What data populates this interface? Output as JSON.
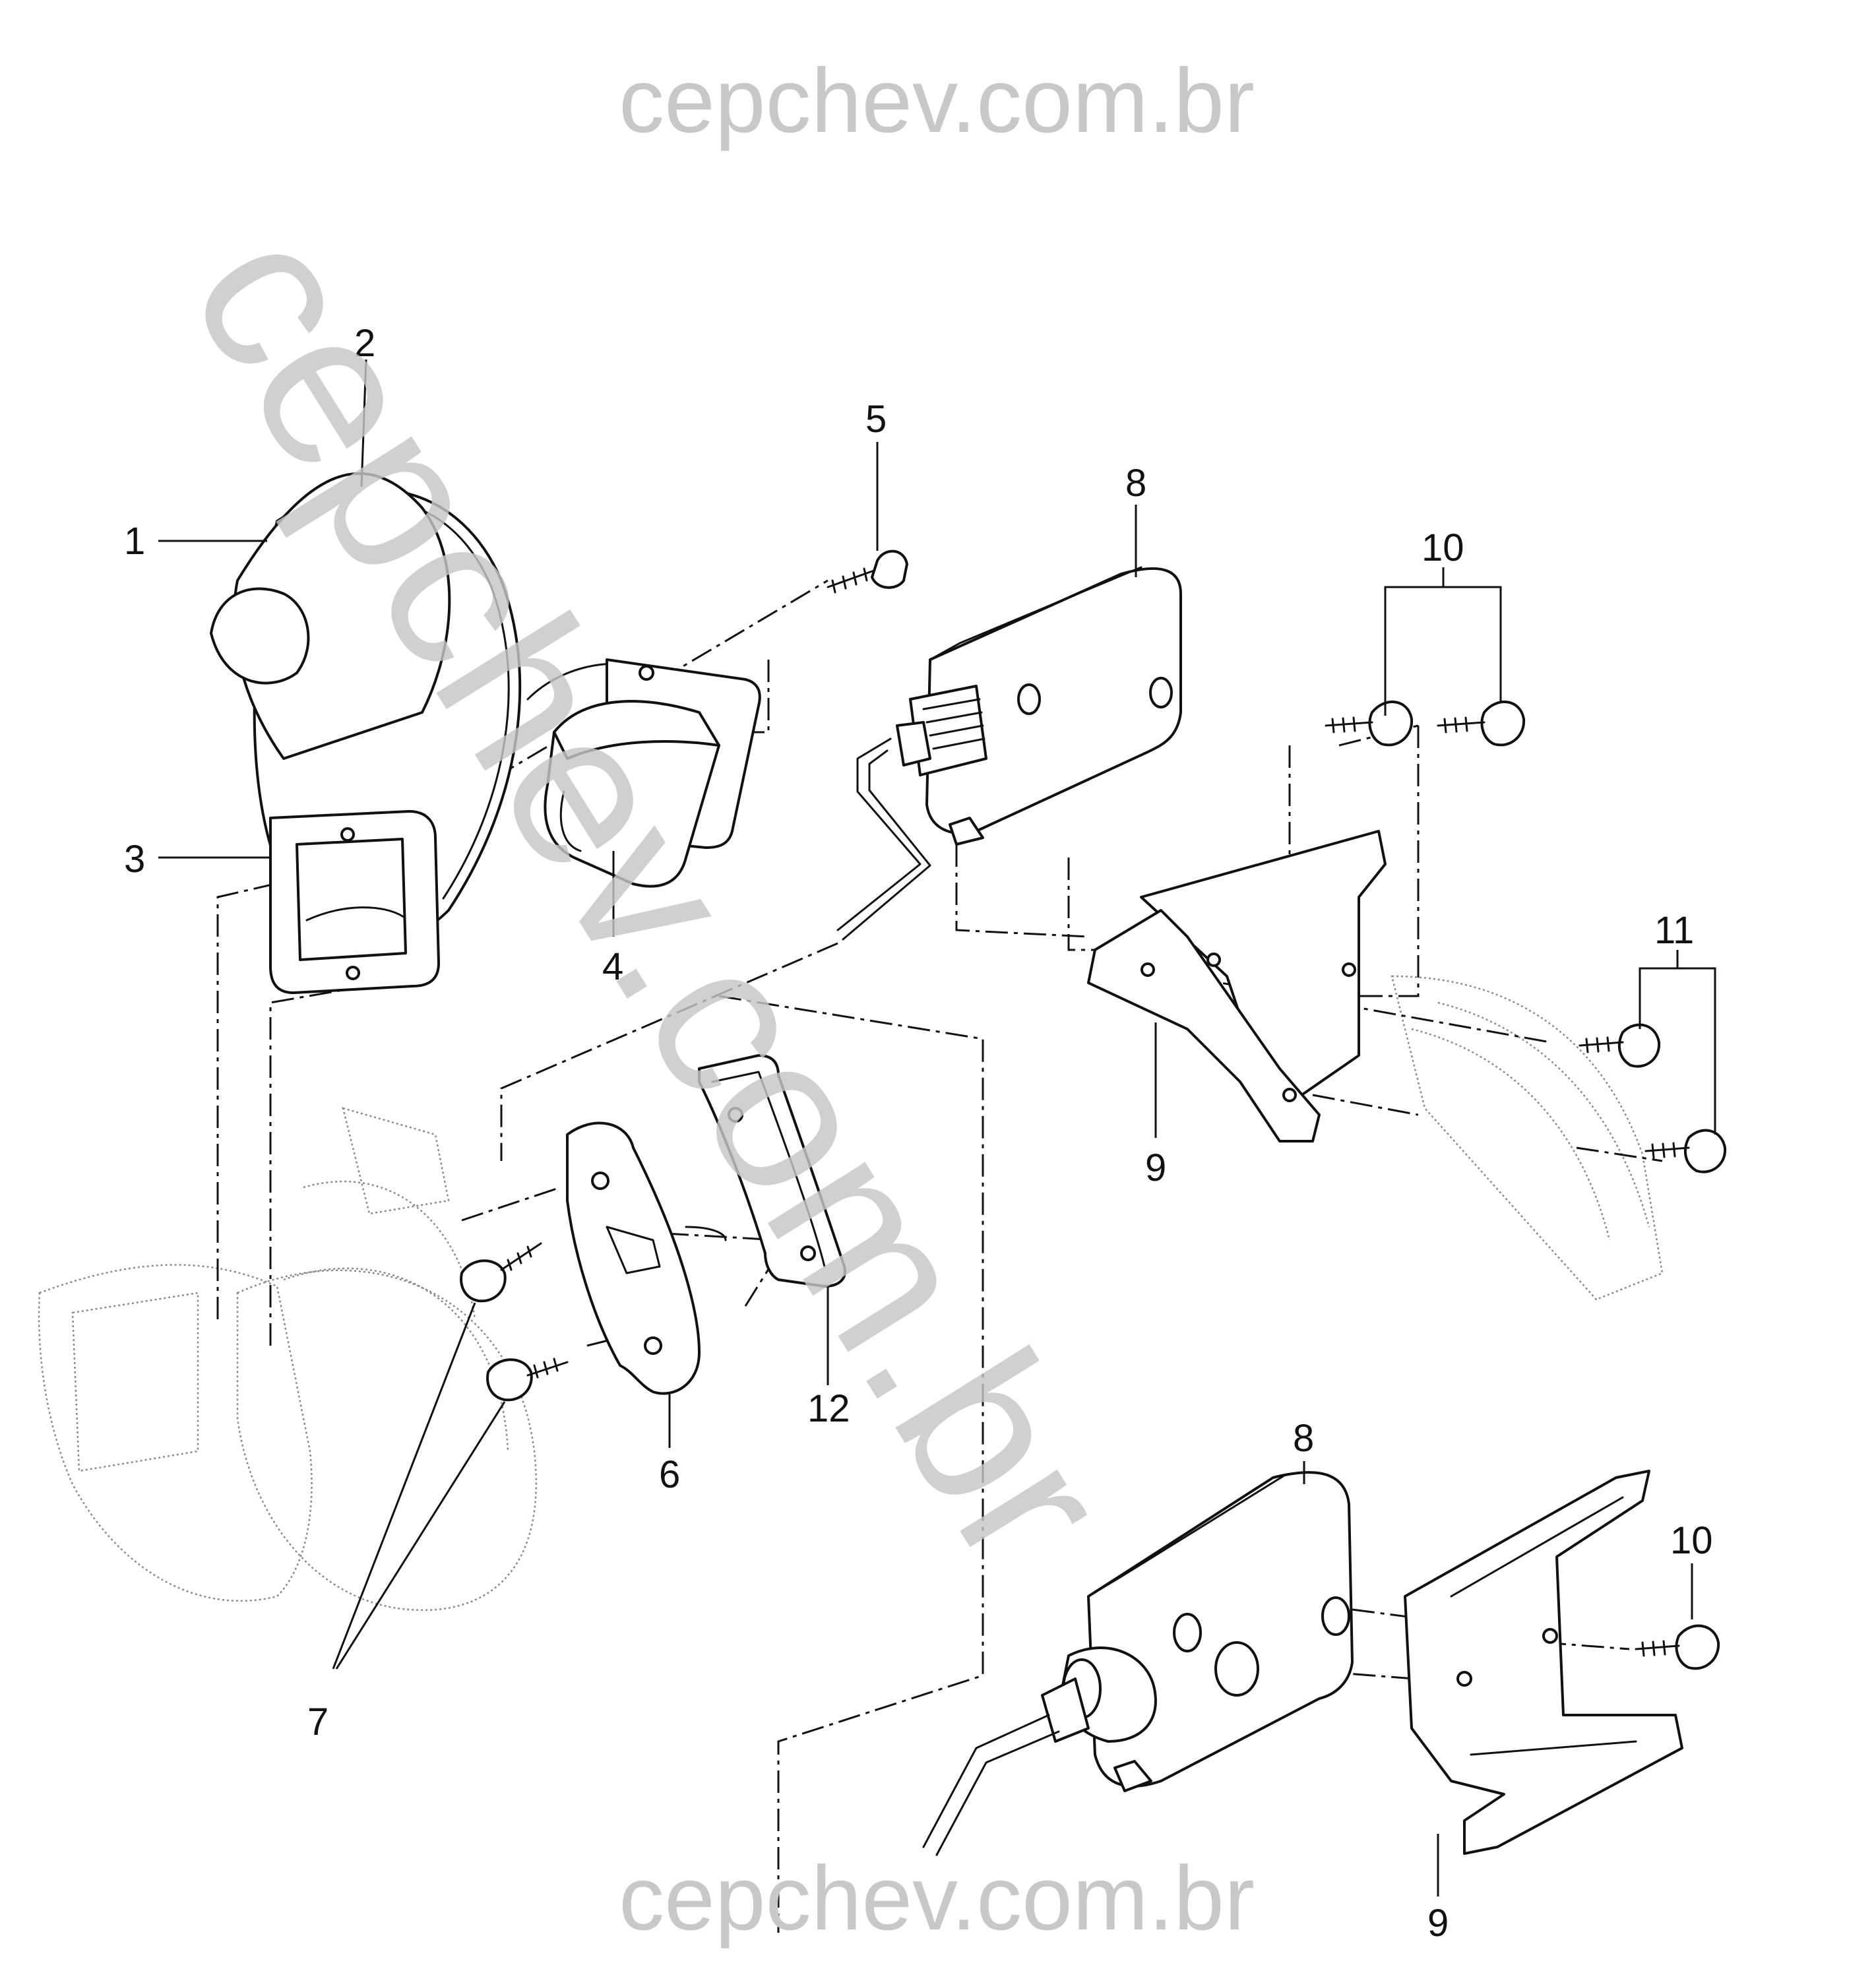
{
  "watermarks": {
    "top": "cepchev.com.br",
    "diagonal": "cepchev.com.br",
    "bottom": "cepchev.com.br"
  },
  "callouts": [
    {
      "id": "1",
      "label": "1"
    },
    {
      "id": "2",
      "label": "2"
    },
    {
      "id": "3",
      "label": "3"
    },
    {
      "id": "4",
      "label": "4"
    },
    {
      "id": "5",
      "label": "5"
    },
    {
      "id": "6",
      "label": "6"
    },
    {
      "id": "7",
      "label": "7"
    },
    {
      "id": "8a",
      "label": "8"
    },
    {
      "id": "8b",
      "label": "8"
    },
    {
      "id": "9a",
      "label": "9"
    },
    {
      "id": "9b",
      "label": "9"
    },
    {
      "id": "10a",
      "label": "10"
    },
    {
      "id": "10b",
      "label": "10"
    },
    {
      "id": "11",
      "label": "11"
    },
    {
      "id": "12",
      "label": "12"
    }
  ]
}
